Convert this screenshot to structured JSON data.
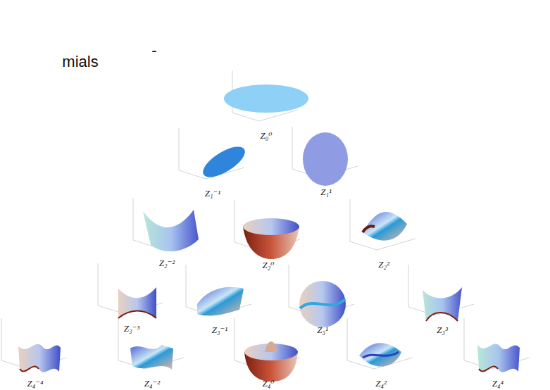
{
  "diagram": {
    "labels": [
      "-",
      "mials",
      "Z₀⁰",
      "Z₁⁻¹",
      "Z₁¹",
      "Z₂⁻²",
      "Z₂⁰",
      "Z₂²",
      "Z₃⁻³",
      "Z₃⁻¹",
      "Z₃¹",
      "Z₃³",
      "Z₄⁻⁴",
      "Z₄⁻²",
      "Z₄⁰",
      "Z₄²",
      "Z₄⁴"
    ]
  }
}
